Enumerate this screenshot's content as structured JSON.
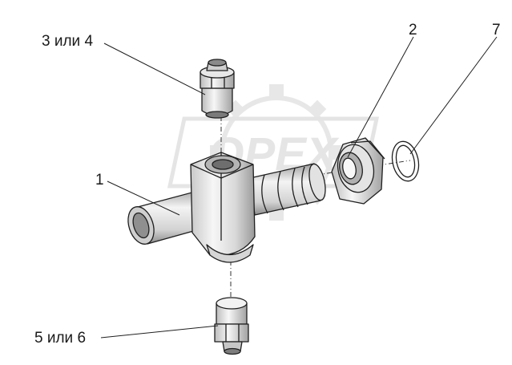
{
  "watermark": {
    "text": "OPEX",
    "color": "#d0d0d0"
  },
  "callouts": {
    "c1": "1",
    "c2": "2",
    "c7": "7",
    "c34": "3 или 4",
    "c56": "5 или 6"
  },
  "colors": {
    "line": "#1f1f1f",
    "part_light": "#f4f4f4",
    "part_mid": "#dcdcdc",
    "part_dark": "#a8a8a8",
    "part_shadow": "#6e6e6e"
  }
}
